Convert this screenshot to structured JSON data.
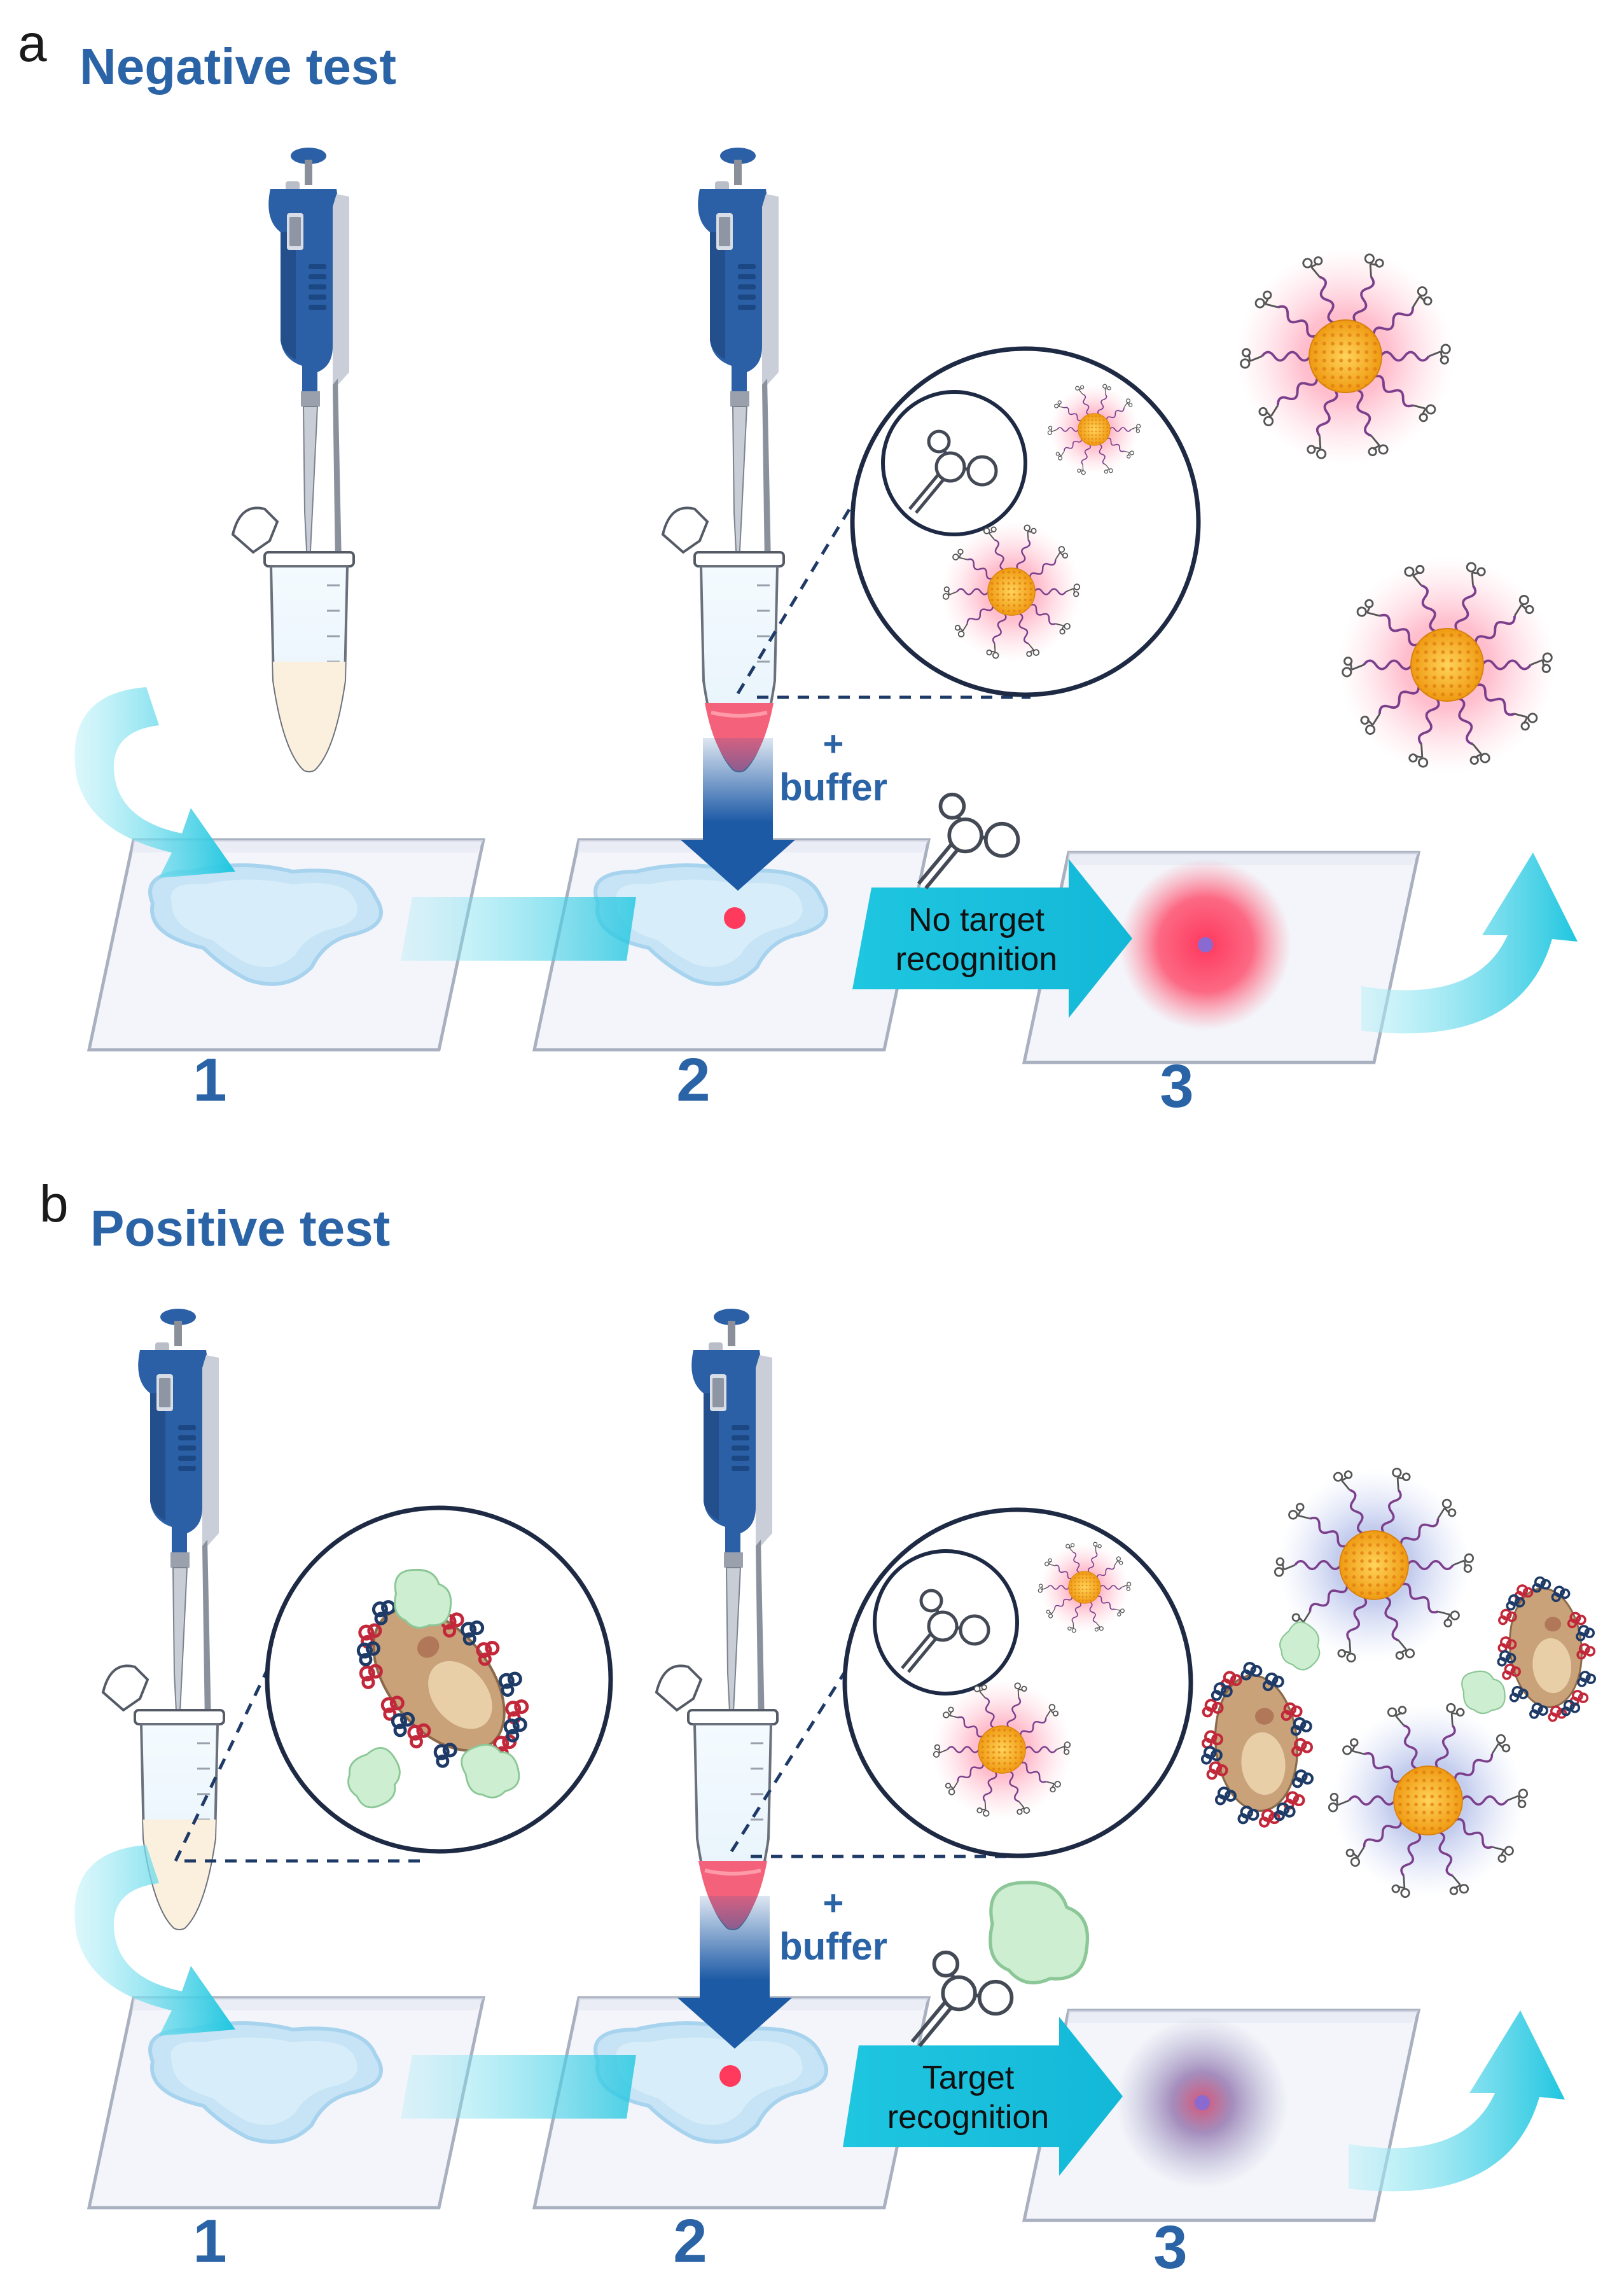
{
  "panel_a": {
    "letter": "a",
    "title": "Negative test",
    "steps": [
      "1",
      "2",
      "3"
    ],
    "plus": "+",
    "buffer": "buffer",
    "arrow_label_line1": "No target",
    "arrow_label_line2": "recognition",
    "result_color": "#ff3a5c"
  },
  "panel_b": {
    "letter": "b",
    "title": "Positive test",
    "steps": [
      "1",
      "2",
      "3"
    ],
    "plus": "+",
    "buffer": "buffer",
    "arrow_label_line1": "Target",
    "arrow_label_line2": "recognition",
    "result_color": "#7a6fa8"
  },
  "colors": {
    "title_blue": "#2a63a6",
    "cyan_arrow": "#1fc6e0",
    "dark_arrow": "#1d5aa6",
    "pipette_blue": "#2b5fa6",
    "nanoparticle": "#f3a31d",
    "card_fill": "#f3f5fa",
    "puddle": "#bfe0f4"
  }
}
